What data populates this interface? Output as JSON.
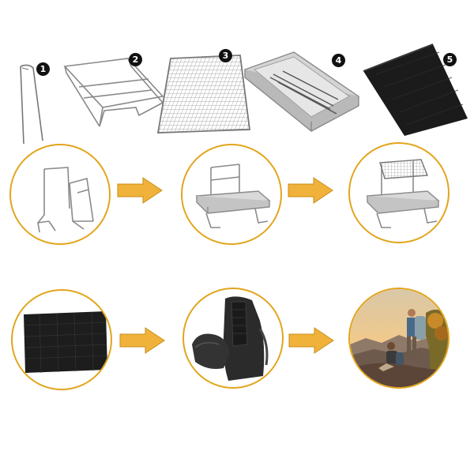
{
  "parts": [
    {
      "number": "1",
      "icon": "tongs-icon"
    },
    {
      "number": "2",
      "icon": "grill-frame-icon"
    },
    {
      "number": "3",
      "icon": "grill-grate-icon"
    },
    {
      "number": "4",
      "icon": "charcoal-tray-icon"
    },
    {
      "number": "5",
      "icon": "storage-bag-icon"
    }
  ],
  "steps_row_1": [
    "frame-legs",
    "frame-with-tray",
    "assembled-grill"
  ],
  "steps_row_2": [
    "folded-bag",
    "bag-in-backpack",
    "hikers-outdoors"
  ],
  "colors": {
    "accent": "#e2a51c",
    "arrow": "#f0b23a",
    "badge": "#111111"
  }
}
